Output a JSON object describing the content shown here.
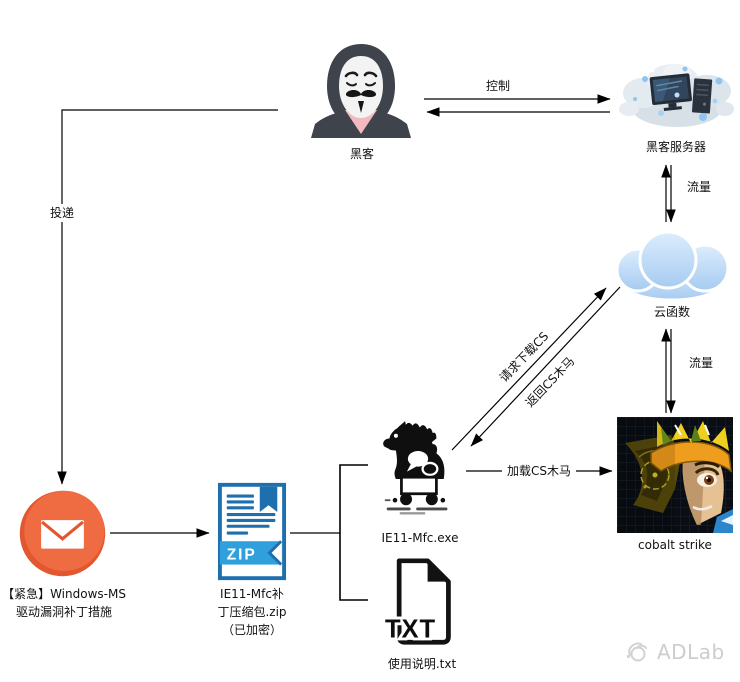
{
  "nodes": {
    "hacker": {
      "label": "黑客"
    },
    "hacker_server": {
      "label": "黑客服务器"
    },
    "cloud_function": {
      "label": "云函数"
    },
    "trojan_exe": {
      "label": "IE11-Mfc.exe"
    },
    "cobalt_strike": {
      "label": "cobalt strike"
    },
    "phishing_mail": {
      "label_line1": "【紧急】Windows-MS",
      "label_line2": "驱动漏洞补丁措施"
    },
    "zip_file": {
      "badge": "ZIP",
      "label_line1": "IE11-Mfc补",
      "label_line2": "丁压缩包.zip",
      "label_line3": "（已加密）"
    },
    "txt_file": {
      "badge": "TXT",
      "label": "使用说明.txt"
    }
  },
  "edges": {
    "control": {
      "label": "控制"
    },
    "traffic_server_cloud": {
      "label": "流量"
    },
    "traffic_cloud_cs": {
      "label": "流量"
    },
    "deliver": {
      "label": "投递"
    },
    "request_download_cs": {
      "label": "请求下载CS"
    },
    "return_cs_trojan": {
      "label": "返回CS木马"
    },
    "load_cs_trojan": {
      "label": "加载CS木马"
    }
  },
  "watermark": {
    "text": "ADLab"
  },
  "colors": {
    "arrow": "#000000",
    "mail_orange": "#EF6C42",
    "mail_orange_dark": "#E2572F",
    "zip_blue": "#1E6FAD",
    "zip_ribbon_blue": "#2FA0DB",
    "cloud_blue_light": "#DCEDFD",
    "cloud_blue": "#A6CBF1",
    "hood_gray": "#3E434C",
    "mask_white": "#F3F3F3",
    "chest_pink": "#F2B9BE",
    "watermark_gray": "#CDCDCD"
  }
}
